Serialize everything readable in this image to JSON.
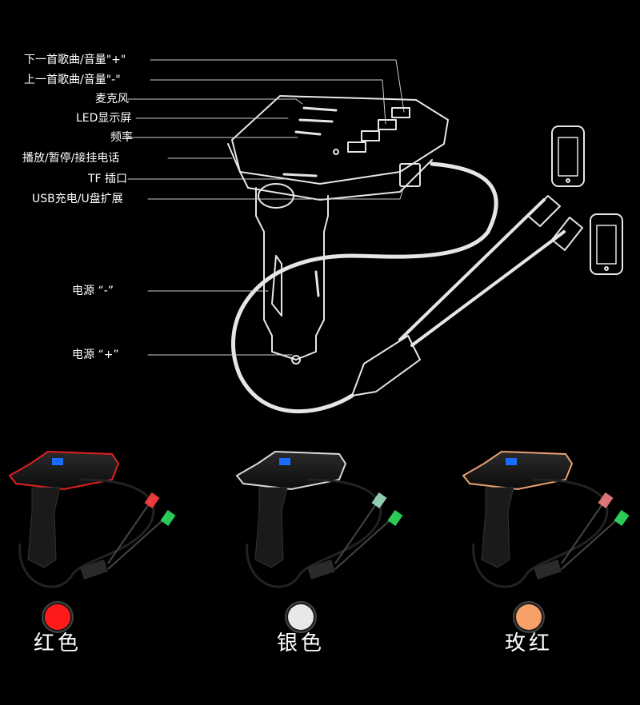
{
  "callouts": [
    {
      "id": "next",
      "text": "下一首歌曲/音量\"+\""
    },
    {
      "id": "prev",
      "text": "上一首歌曲/音量\"-\""
    },
    {
      "id": "mic",
      "text": "麦克风"
    },
    {
      "id": "led",
      "text": "LED显示屏"
    },
    {
      "id": "freq",
      "text": "频率"
    },
    {
      "id": "play",
      "text": "播放/暂停/接挂电话"
    },
    {
      "id": "tf",
      "text": "TF 插口"
    },
    {
      "id": "usb",
      "text": "USB充电/U盘扩展"
    },
    {
      "id": "power_neg",
      "text": "电源 “-”"
    },
    {
      "id": "power_pos",
      "text": "电源 “+”"
    }
  ],
  "variants": [
    {
      "name": "红色",
      "color": "#ff1a1a",
      "trim": "#e0201f"
    },
    {
      "name": "银色",
      "color": "#e8e8e8",
      "trim": "#d9d9d9"
    },
    {
      "name": "玫红",
      "color": "#f7a06a",
      "trim": "#e8a070"
    }
  ],
  "icons": [
    "phone-icon",
    "phone-icon"
  ]
}
